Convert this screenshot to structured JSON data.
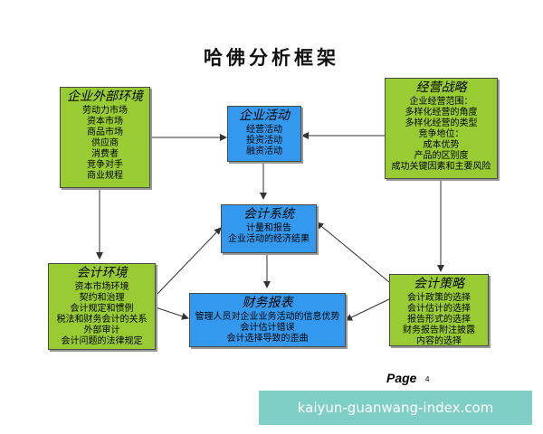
{
  "title": "哈佛分析框架",
  "boxes": {
    "external_env": {
      "heading": "企业外部环境",
      "lines": [
        "劳动力市场",
        "资本市场",
        "商品市场",
        "供应商",
        "消费者",
        "竞争对手",
        "商业规程"
      ]
    },
    "strategy": {
      "heading": "经营战略",
      "lines": [
        "企业经营范围：",
        "多样化经营的角度",
        "多样化经营的类型",
        "竞争地位：",
        "成本优势",
        "产品的区别度",
        "成功关键因素和主要风险"
      ]
    },
    "activities": {
      "heading": "企业活动",
      "lines": [
        "经营活动",
        "投资活动",
        "融资活动"
      ]
    },
    "accounting_system": {
      "heading": "会计系统",
      "lines": [
        "计量和报告",
        "企业活动的经济结果"
      ]
    },
    "accounting_env": {
      "heading": "会计环境",
      "lines": [
        "资本市场环境",
        "契约和治理",
        "会计规定和惯例",
        "税法和财务会计的关系",
        "外部审计",
        "会计问题的法律规定"
      ]
    },
    "accounting_strategy": {
      "heading": "会计策略",
      "lines": [
        "会计政策的选择",
        "会计估计的选择",
        "报告形式的选择",
        "财务报告附注披露",
        "内容的选择"
      ]
    },
    "financial_reports": {
      "heading": "财务报表",
      "lines": [
        "管理人员对企业业务活动的信息优势",
        "会计估计错误",
        "会计选择导致的歪曲"
      ]
    }
  },
  "footer": {
    "page_label": "Page",
    "page_number": "4"
  },
  "watermark": "kaiyun-guanwang-index.com",
  "colors": {
    "green_box": "#99cc33",
    "blue_box": "#3399ee",
    "arrow": "#333333",
    "watermark_bg": "#80cfc7"
  }
}
